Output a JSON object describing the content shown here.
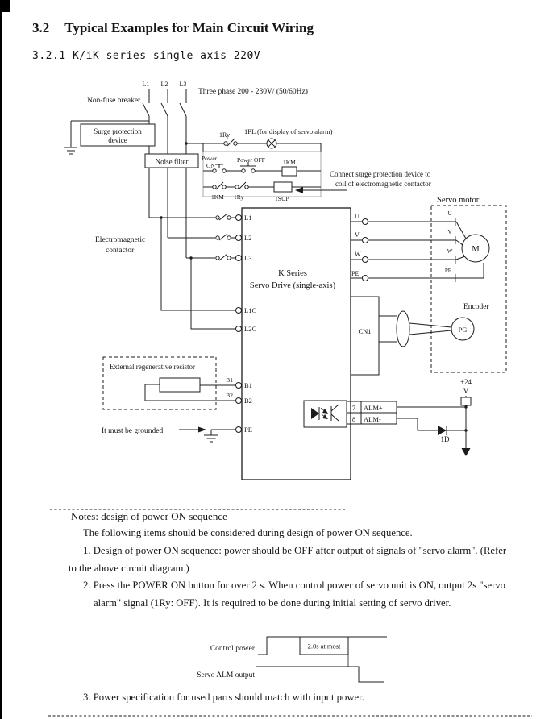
{
  "heading": {
    "number": "3.2",
    "title": "Typical Examples for Main Circuit Wiring"
  },
  "subheading": "3.2.1 K/iK series single axis 220V",
  "diagram": {
    "phase": {
      "l1": "L1",
      "l2": "L2",
      "l3": "L3"
    },
    "three_phase": "Three phase 200 - 230V/ (50/60Hz)",
    "non_fuse_breaker": "Non-fuse breaker",
    "surge1": "Surge protection",
    "surge2": "device",
    "noise_filter": "Noise filter",
    "relay_top": "1Ry",
    "lamp": "1PL (for display of servo alarm)",
    "power": "Power",
    "on": "ON",
    "power_off": "Power OFF",
    "coil": "1KM",
    "contact_km": "1KM",
    "contact_ry": "1Ry",
    "sup": "1SUP",
    "connect1": "Connect surge protection device to",
    "connect2": "coil of electromagnetic contactor",
    "em1": "Electromagnetic",
    "em2": "contactor",
    "servo_motor": "Servo motor",
    "t_l1": "L1",
    "t_l2": "L2",
    "t_l3": "L3",
    "t_l1c": "L1C",
    "t_l2c": "L2C",
    "t_b1": "B1",
    "t_b2": "B2",
    "t_pe": "PE",
    "ext_b1": "B1",
    "ext_b2": "B2",
    "k1": "K Series",
    "k2": "Servo Drive (single-axis)",
    "regen": "External regenerative resistor",
    "grounded": "It must be grounded",
    "u": "U",
    "v": "V",
    "w": "W",
    "pe_r": "PE",
    "m_u": "U",
    "m_v": "V",
    "m_w": "W",
    "m_pe": "PE",
    "motor": "M",
    "encoder": "Encoder",
    "pg": "PG",
    "cn1": "CN1",
    "pin7": "7",
    "alm_p": "ALM+",
    "pin8": "8",
    "alm_m": "ALM-",
    "v24": "+24",
    "v_unit": "V",
    "d1": "1D"
  },
  "notes": {
    "title": "Notes: design of power ON sequence",
    "intro": "The following items should be considered during design of power ON sequence.",
    "n1a": "1. Design of power ON sequence: power should be OFF after output of signals of \"servo alarm\". (Refer",
    "n1b": "to the above circuit diagram.)",
    "n2a": "2. Press the POWER ON button for over 2 s. When control power of servo unit is ON, output 2s \"servo",
    "n2b": "alarm\" signal (1Ry: OFF). It is required to be done during initial setting of servo driver.",
    "n3": "3. Power specification for used parts should match with input power."
  },
  "timing": {
    "control": "Control power",
    "alm": "Servo ALM output",
    "duration": "2.0s at most"
  }
}
